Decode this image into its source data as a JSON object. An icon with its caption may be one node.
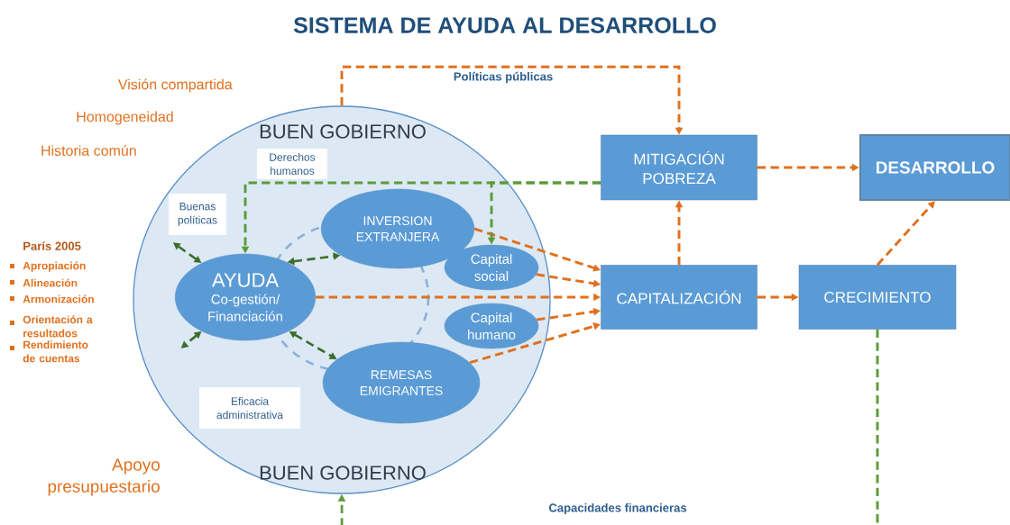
{
  "diagram": {
    "title": "SISTEMA DE AYUDA AL DESARROLLO",
    "nodes": [
      {
        "text": [
          "BUEN GOBIERNO",
          "BUEN GOBIERNO"
        ]
      },
      {
        "text": [
          "AYUDA",
          "Co-gestión/ Financiación"
        ],
        "in": 0
      },
      {
        "text": [
          "INVERSION EXTRANJERA"
        ],
        "in": 0
      },
      {
        "text": [
          "Capital social"
        ],
        "in": 0
      },
      {
        "text": [
          "Capital humano"
        ],
        "in": 0
      },
      {
        "text": [
          "REMESAS EMIGRANTES"
        ],
        "in": 0
      },
      {
        "text": [
          "Buenas políticas"
        ],
        "in": 0
      },
      {
        "text": [
          "Derechos humanos"
        ],
        "in": 0
      },
      {
        "text": [
          "Eficacia administrativa"
        ],
        "in": 0
      },
      {
        "text": [
          "MITIGACIÓN POBREZA"
        ]
      },
      {
        "text": [
          "CAPITALIZACIÓN"
        ]
      },
      {
        "text": [
          "CRECIMIENTO"
        ]
      },
      {
        "text": [
          "DESARROLLO"
        ]
      }
    ],
    "edges": [
      {
        "from": 1,
        "to": 10,
        "arrow": "to"
      },
      {
        "from": 2,
        "to": 10,
        "arrow": "to"
      },
      {
        "from": 3,
        "to": 10,
        "arrow": "to"
      },
      {
        "from": 4,
        "to": 10,
        "arrow": "to"
      },
      {
        "from": 5,
        "to": 10,
        "arrow": "to"
      },
      {
        "from": 10,
        "to": 9,
        "arrow": "to"
      },
      {
        "from": 9,
        "to": 12,
        "arrow": "to"
      },
      {
        "from": 10,
        "to": 11,
        "arrow": "to"
      },
      {
        "from": 11,
        "to": 12,
        "arrow": "to"
      },
      {
        "from": 0,
        "to": 9,
        "arrow": "to",
        "label": "Políticas públicas"
      },
      {
        "from": 9,
        "to": 1,
        "arrow": "to",
        "color": "#5b9b3a"
      },
      {
        "from": 9,
        "to": 3,
        "arrow": "to",
        "color": "#5b9b3a"
      },
      {
        "from": 11,
        "to": null,
        "arrow": "none",
        "color": "#5b9b3a"
      },
      {
        "from": null,
        "to": 0,
        "arrow": "to",
        "color": "#5b9b3a"
      },
      {
        "from": 1,
        "to": 6,
        "arrow": "both",
        "color": "#3d6e2c"
      },
      {
        "from": 1,
        "to": 2,
        "arrow": "both",
        "color": "#3d6e2c"
      },
      {
        "from": 1,
        "to": null,
        "arrow": "both",
        "color": "#3d6e2c"
      },
      {
        "from": 1,
        "to": 5,
        "arrow": "both",
        "color": "#3d6e2c"
      }
    ],
    "labels": [
      "Visión compartida",
      "Homogeneidad",
      "Historia común",
      "París 2005",
      "Apropiación",
      "Alineación",
      "Armonización",
      "Orientación a resultados",
      "Rendimiento de cuentas",
      "Apoyo presupuestario",
      "Capacidades financieras"
    ]
  }
}
